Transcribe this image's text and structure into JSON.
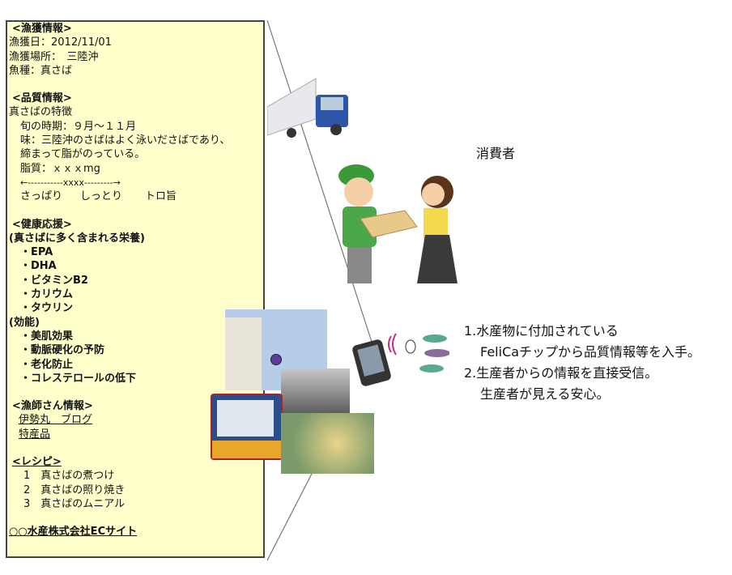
{
  "panel": {
    "catch_heading": "<漁獲情報>",
    "catch_date": "漁獲日：2012/11/01",
    "catch_place": "漁獲場所：　三陸沖",
    "species": "魚種：真さば",
    "quality_heading": "<品質情報>",
    "feature_title": "真さばの特徴",
    "season": "旬の時期：９月～１１月",
    "taste1": "味：三陸沖のさばはよく泳いださばであり、",
    "taste2": "締まって脂がのっている。",
    "fat": "脂質：ｘｘｘmg",
    "scale": "←-----------xxxx---------→",
    "scale_labels": [
      "さっぱり",
      "しっとり",
      "トロ旨"
    ],
    "health_heading": "<健康応援>",
    "nutrients_title": "(真さばに多く含まれる栄養)",
    "nutrients": [
      "・EPA",
      "・DHA",
      "・ビタミンB2",
      "・カリウム",
      "・タウリン"
    ],
    "effects_title": "(効能)",
    "effects": [
      "・美肌効果",
      "・動脈硬化の予防",
      "・老化防止",
      "・コレステロールの低下"
    ],
    "fisher_heading": "<漁師さん情報>",
    "fisher_links": [
      "伊勢丸　ブログ",
      "特産品"
    ],
    "recipe_heading": "<レシピ>",
    "recipes": [
      "1　真さばの煮つけ",
      "2　真さばの照り焼き",
      "3　真さばのムニアル"
    ],
    "ec_link": "○○水産株式会社ECサイト"
  },
  "consumer_label": "消費者",
  "notes": [
    "1.水産物に付加されている",
    "FeliCaチップから品質情報等を入手。",
    "2.生産者からの情報を直接受信。",
    "生産者が見える安心。"
  ]
}
